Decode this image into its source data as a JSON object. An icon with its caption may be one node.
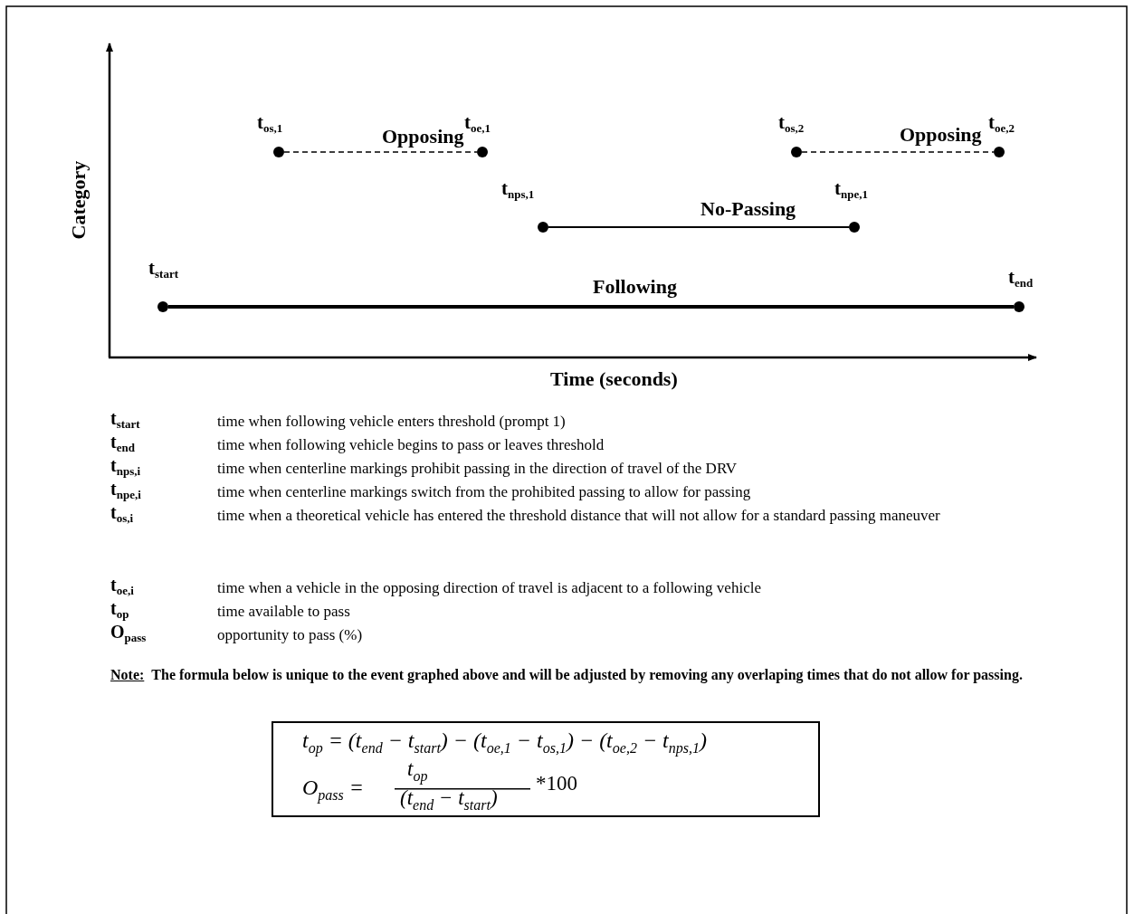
{
  "diagram": {
    "nodes": [
      {
        "text": [],
        "shape": "circle",
        "beside": [
          "t$_{os,1}$"
        ]
      },
      {
        "text": [],
        "shape": "circle",
        "beside": [
          "t$_{oe,1}$"
        ]
      },
      {
        "text": [],
        "shape": "circle",
        "beside": [
          "t$_{os,2}$"
        ]
      },
      {
        "text": [],
        "shape": "circle",
        "beside": [
          "t$_{oe,2}$"
        ]
      },
      {
        "text": [],
        "shape": "circle",
        "beside": [
          "t$_{nps,1}$"
        ]
      },
      {
        "text": [],
        "shape": "circle",
        "beside": [
          "t$_{npe,1}$"
        ]
      },
      {
        "text": [],
        "shape": "circle",
        "beside": [
          "t$_{start}$"
        ]
      },
      {
        "text": [],
        "shape": "circle",
        "beside": [
          "t$_{end}$"
        ]
      },
      {
        "text": [
          "t$_{op}$ = (t$_{end}$ − t$_{start}$) − (t$_{oe,1}$ − t$_{os,1}$) − (t$_{oe,2}$ − t$_{nps,1}$)",
          "O$_{pass}$ =",
          "t$_{op}$",
          "(t$_{end}$ − t$_{start}$)",
          "*100"
        ]
      }
    ],
    "edges": [
      {
        "from": 0,
        "to": 1,
        "arrow": "none",
        "label": "Opposing",
        "style": "dashed"
      },
      {
        "from": 2,
        "to": 3,
        "arrow": "none",
        "label": "Opposing",
        "style": "dashed"
      },
      {
        "from": 4,
        "to": 5,
        "arrow": "none",
        "label": "No-Passing"
      },
      {
        "from": 6,
        "to": 7,
        "arrow": "none",
        "label": "Following",
        "style": "thick"
      }
    ],
    "labels": [
      "Category",
      "Time (seconds)",
      "t$_{start}$",
      "time when following vehicle enters threshold (prompt 1)",
      "t$_{end}$",
      "time when following vehicle begins to pass or leaves threshold",
      "t$_{nps,i}$",
      "time when centerline markings prohibit passing in the direction of travel of the DRV",
      "t$_{npe,i}$",
      "time when centerline markings switch from the prohibited passing to allow for passing",
      "t$_{os,i}$",
      "time when a theoretical vehicle has entered the threshold distance that will not allow for a standard passing maneuver",
      "t$_{oe,i}$",
      "time when a vehicle in the opposing direction of travel is adjacent to a following vehicle",
      "t$_{op}$",
      "time available to pass",
      "O$_{pass}$",
      "opportunity to pass (%)",
      "Note:",
      "The formula below is unique to the event graphed above and will be adjusted by removing any overlaping times that do not allow for passing."
    ]
  }
}
